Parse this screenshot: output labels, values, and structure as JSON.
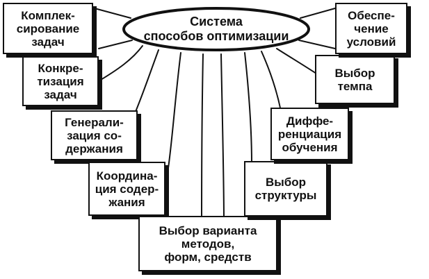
{
  "center": {
    "label": "Система\nспособов оптимизации"
  },
  "boxes": {
    "kompleks": "Комплек-\nсирование\nзадач",
    "konkret": "Конкре-\nтизация\nзадач",
    "general": "Генерали-\nзация со-\nдержания",
    "koordin": "Координа-\nция содер-\nжания",
    "vybor_var": "Выбор варианта\nметодов,\nформ, средств",
    "vybor_struct": "Выбор\nструктуры",
    "differ": "Диффе-\nренциация\nобучения",
    "vybor_temp": "Выбор\nтемпа",
    "obespech": "Обеспе-\nчение\nусловий"
  }
}
